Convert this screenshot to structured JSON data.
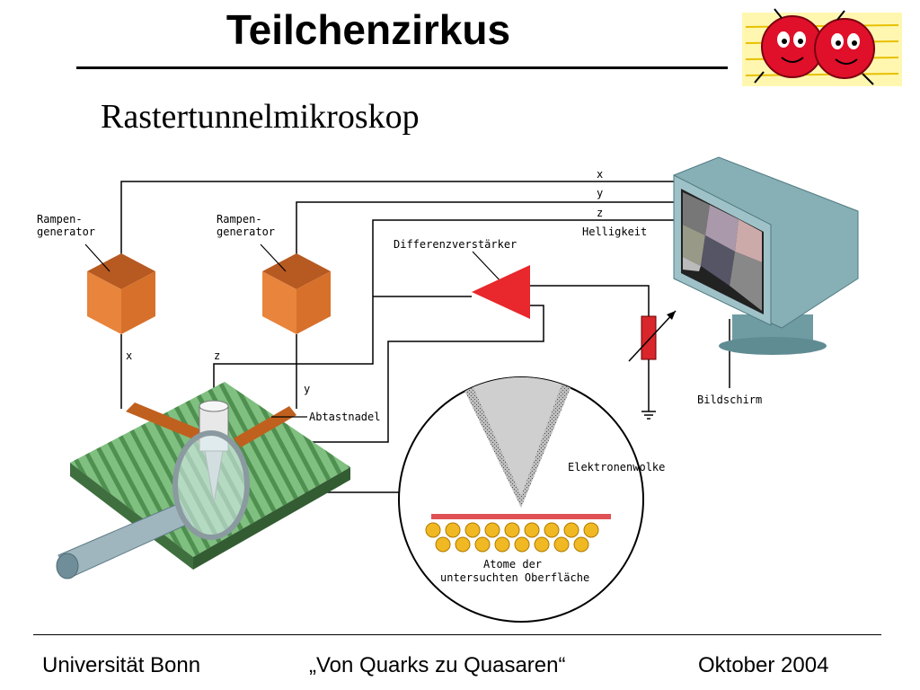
{
  "slide": {
    "title": "Teilchenzirkus",
    "subtitle": "Rastertunnelmikroskop"
  },
  "diagram": {
    "ramp_left_line1": "Rampen-",
    "ramp_left_line2": "generator",
    "ramp_right_line1": "Rampen-",
    "ramp_right_line2": "generator",
    "amplifier": "Differenzverstärker",
    "signal_x": "x",
    "signal_y": "y",
    "signal_z": "z",
    "brightness": "Helligkeit",
    "axis_x": "x",
    "axis_z": "z",
    "axis_y": "y",
    "needle": "Abtastnadel",
    "screen": "Bildschirm",
    "electron_cloud": "Elektronenwolke",
    "atoms_line1": "Atome der",
    "atoms_line2": "untersuchten Oberfläche"
  },
  "footer": {
    "left": "Universität Bonn",
    "center": "„Von Quarks zu Quasaren“",
    "right": "Oktober 2004"
  },
  "colors": {
    "cube_front": "#e07a34",
    "cube_top": "#b65a22",
    "amplifier": "#e8282c",
    "plate": "#6aa56a",
    "monitor": "#7fa8ae",
    "atoms": "#f0b822"
  }
}
